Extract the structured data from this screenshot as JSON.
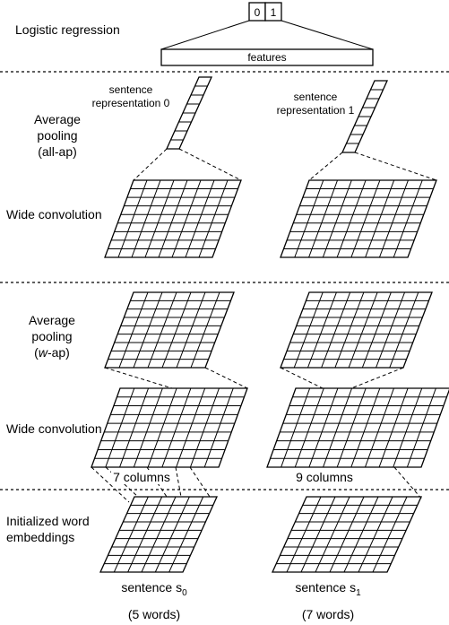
{
  "labels": {
    "logistic_regression": "Logistic regression",
    "features": "features",
    "output_0": "0",
    "output_1": "1",
    "average_pooling_allap": [
      "Average",
      "pooling",
      "(all-ap)"
    ],
    "wide_convolution_top": "Wide convolution",
    "average_pooling_wap": [
      "Average",
      "pooling"
    ],
    "wap_open": "(",
    "wap_w": "w",
    "wap_rest": "-ap)",
    "wide_convolution_bottom": "Wide convolution",
    "initialized_word_embeddings": [
      "Initialized word",
      "embeddings"
    ],
    "sentence_representation_0": [
      "sentence",
      "representation 0"
    ],
    "sentence_representation_1": [
      "sentence",
      "representation 1"
    ],
    "columns_left": "7 columns",
    "columns_right": "9 columns",
    "sentence_0": "sentence s",
    "sentence_0_sub": "0",
    "sentence_0_words": "(5 words)",
    "sentence_1": "sentence s",
    "sentence_1_sub": "1",
    "sentence_1_words": "(7 words)"
  },
  "colors": {
    "stroke": "#000000",
    "background": "#ffffff"
  }
}
